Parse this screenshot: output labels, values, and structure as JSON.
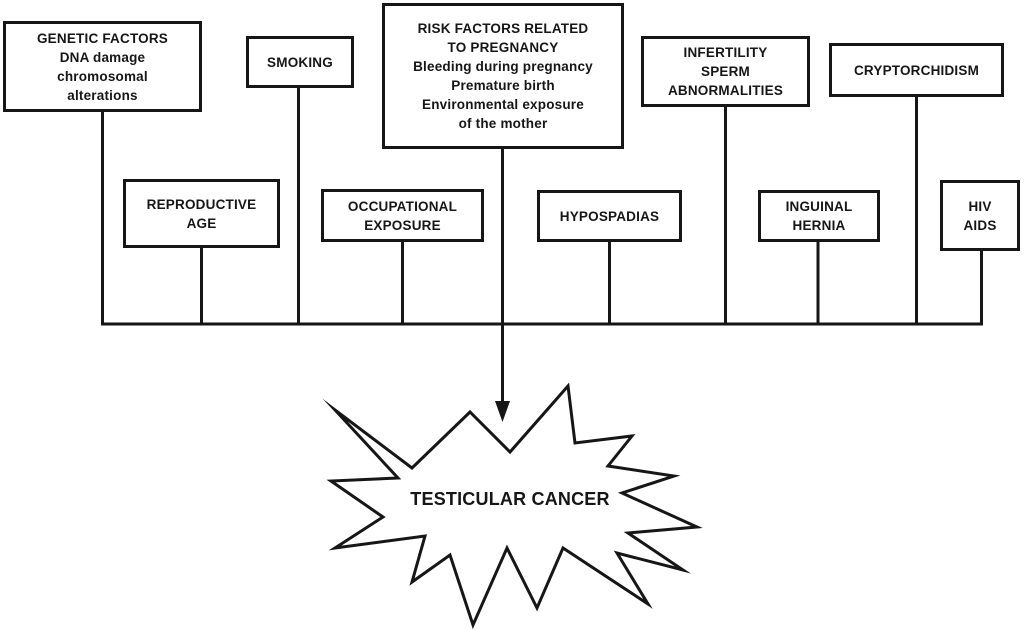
{
  "diagram": {
    "description": "Risk factors leading to testicular cancer",
    "factor_boxes": [
      {
        "id": "genetic-factors",
        "lines": [
          "GENETIC FACTORS",
          "DNA damage",
          "chromosomal",
          "alterations"
        ]
      },
      {
        "id": "smoking",
        "lines": [
          "SMOKING"
        ]
      },
      {
        "id": "pregnancy",
        "lines": [
          "RISK FACTORS RELATED",
          "TO PREGNANCY",
          "Bleeding during pregnancy",
          "Premature birth",
          "Environmental exposure",
          "of the mother"
        ]
      },
      {
        "id": "infertility",
        "lines": [
          "INFERTILITY",
          "SPERM",
          "ABNORMALITIES"
        ]
      },
      {
        "id": "cryptorchidism",
        "lines": [
          "CRYPTORCHIDISM"
        ]
      },
      {
        "id": "reproductive-age",
        "lines": [
          "REPRODUCTIVE",
          "AGE"
        ]
      },
      {
        "id": "occupational-exposure",
        "lines": [
          "OCCUPATIONAL",
          "EXPOSURE"
        ]
      },
      {
        "id": "hypospadias",
        "lines": [
          "HYPOSPADIAS"
        ]
      },
      {
        "id": "inguinal-hernia",
        "lines": [
          "INGUINAL",
          "HERNIA"
        ]
      },
      {
        "id": "hiv-aids",
        "lines": [
          "HIV",
          "AIDS"
        ]
      }
    ],
    "outcome": {
      "label": "TESTICULAR CANCER"
    },
    "colors": {
      "line": "#161616",
      "text": "#161616",
      "box_background": "#ffffff",
      "page_background": "#ffffff"
    }
  }
}
